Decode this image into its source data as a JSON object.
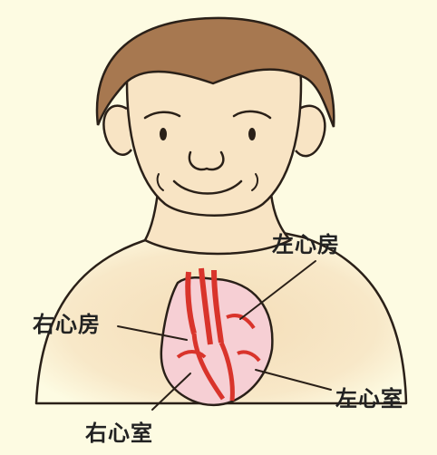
{
  "labels": {
    "left_atrium": "左心房",
    "right_atrium": "右心房",
    "left_ventricle": "左心室",
    "right_ventricle": "右心室"
  },
  "colors": {
    "background": "#fdfbe2",
    "skin": "#f8e4c4",
    "hair": "#a77850",
    "heart_pink": "#f6cfd4",
    "vessel_red": "#d9342b",
    "outline": "#2a2018"
  }
}
